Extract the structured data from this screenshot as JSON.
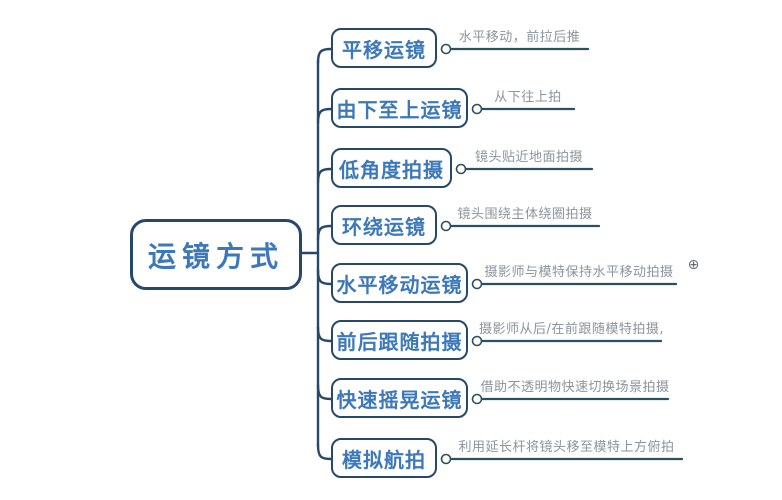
{
  "diagram": {
    "type": "mindmap",
    "title": "运镜方式 mind map"
  },
  "root": {
    "label": "运镜方式"
  },
  "branches": [
    {
      "label": "平移运镜",
      "detail": "水平移动，前拉后推"
    },
    {
      "label": "由下至上运镜",
      "detail": "从下往上拍"
    },
    {
      "label": "低角度拍摄",
      "detail": "镜头贴近地面拍摄"
    },
    {
      "label": "环绕运镜",
      "detail": "镜头围绕主体绕圈拍摄"
    },
    {
      "label": "水平移动运镜",
      "detail": "摄影师与模特保持水平移动拍摄"
    },
    {
      "label": "前后跟随拍摄",
      "detail": "摄影师从后/在前跟随模特拍摄,"
    },
    {
      "label": "快速摇晃运镜",
      "detail": "借助不透明物快速切换场景拍摄"
    },
    {
      "label": "模拟航拍",
      "detail": "利用延长杆将镜头移至模特上方俯拍"
    }
  ],
  "icons": {
    "circled_plus": "⊕"
  },
  "colors": {
    "node_border": "#27476b",
    "node_text": "#3d79ba",
    "detail_line": "#2d5060",
    "detail_text": "#8b949c",
    "background": "#ffffff"
  }
}
